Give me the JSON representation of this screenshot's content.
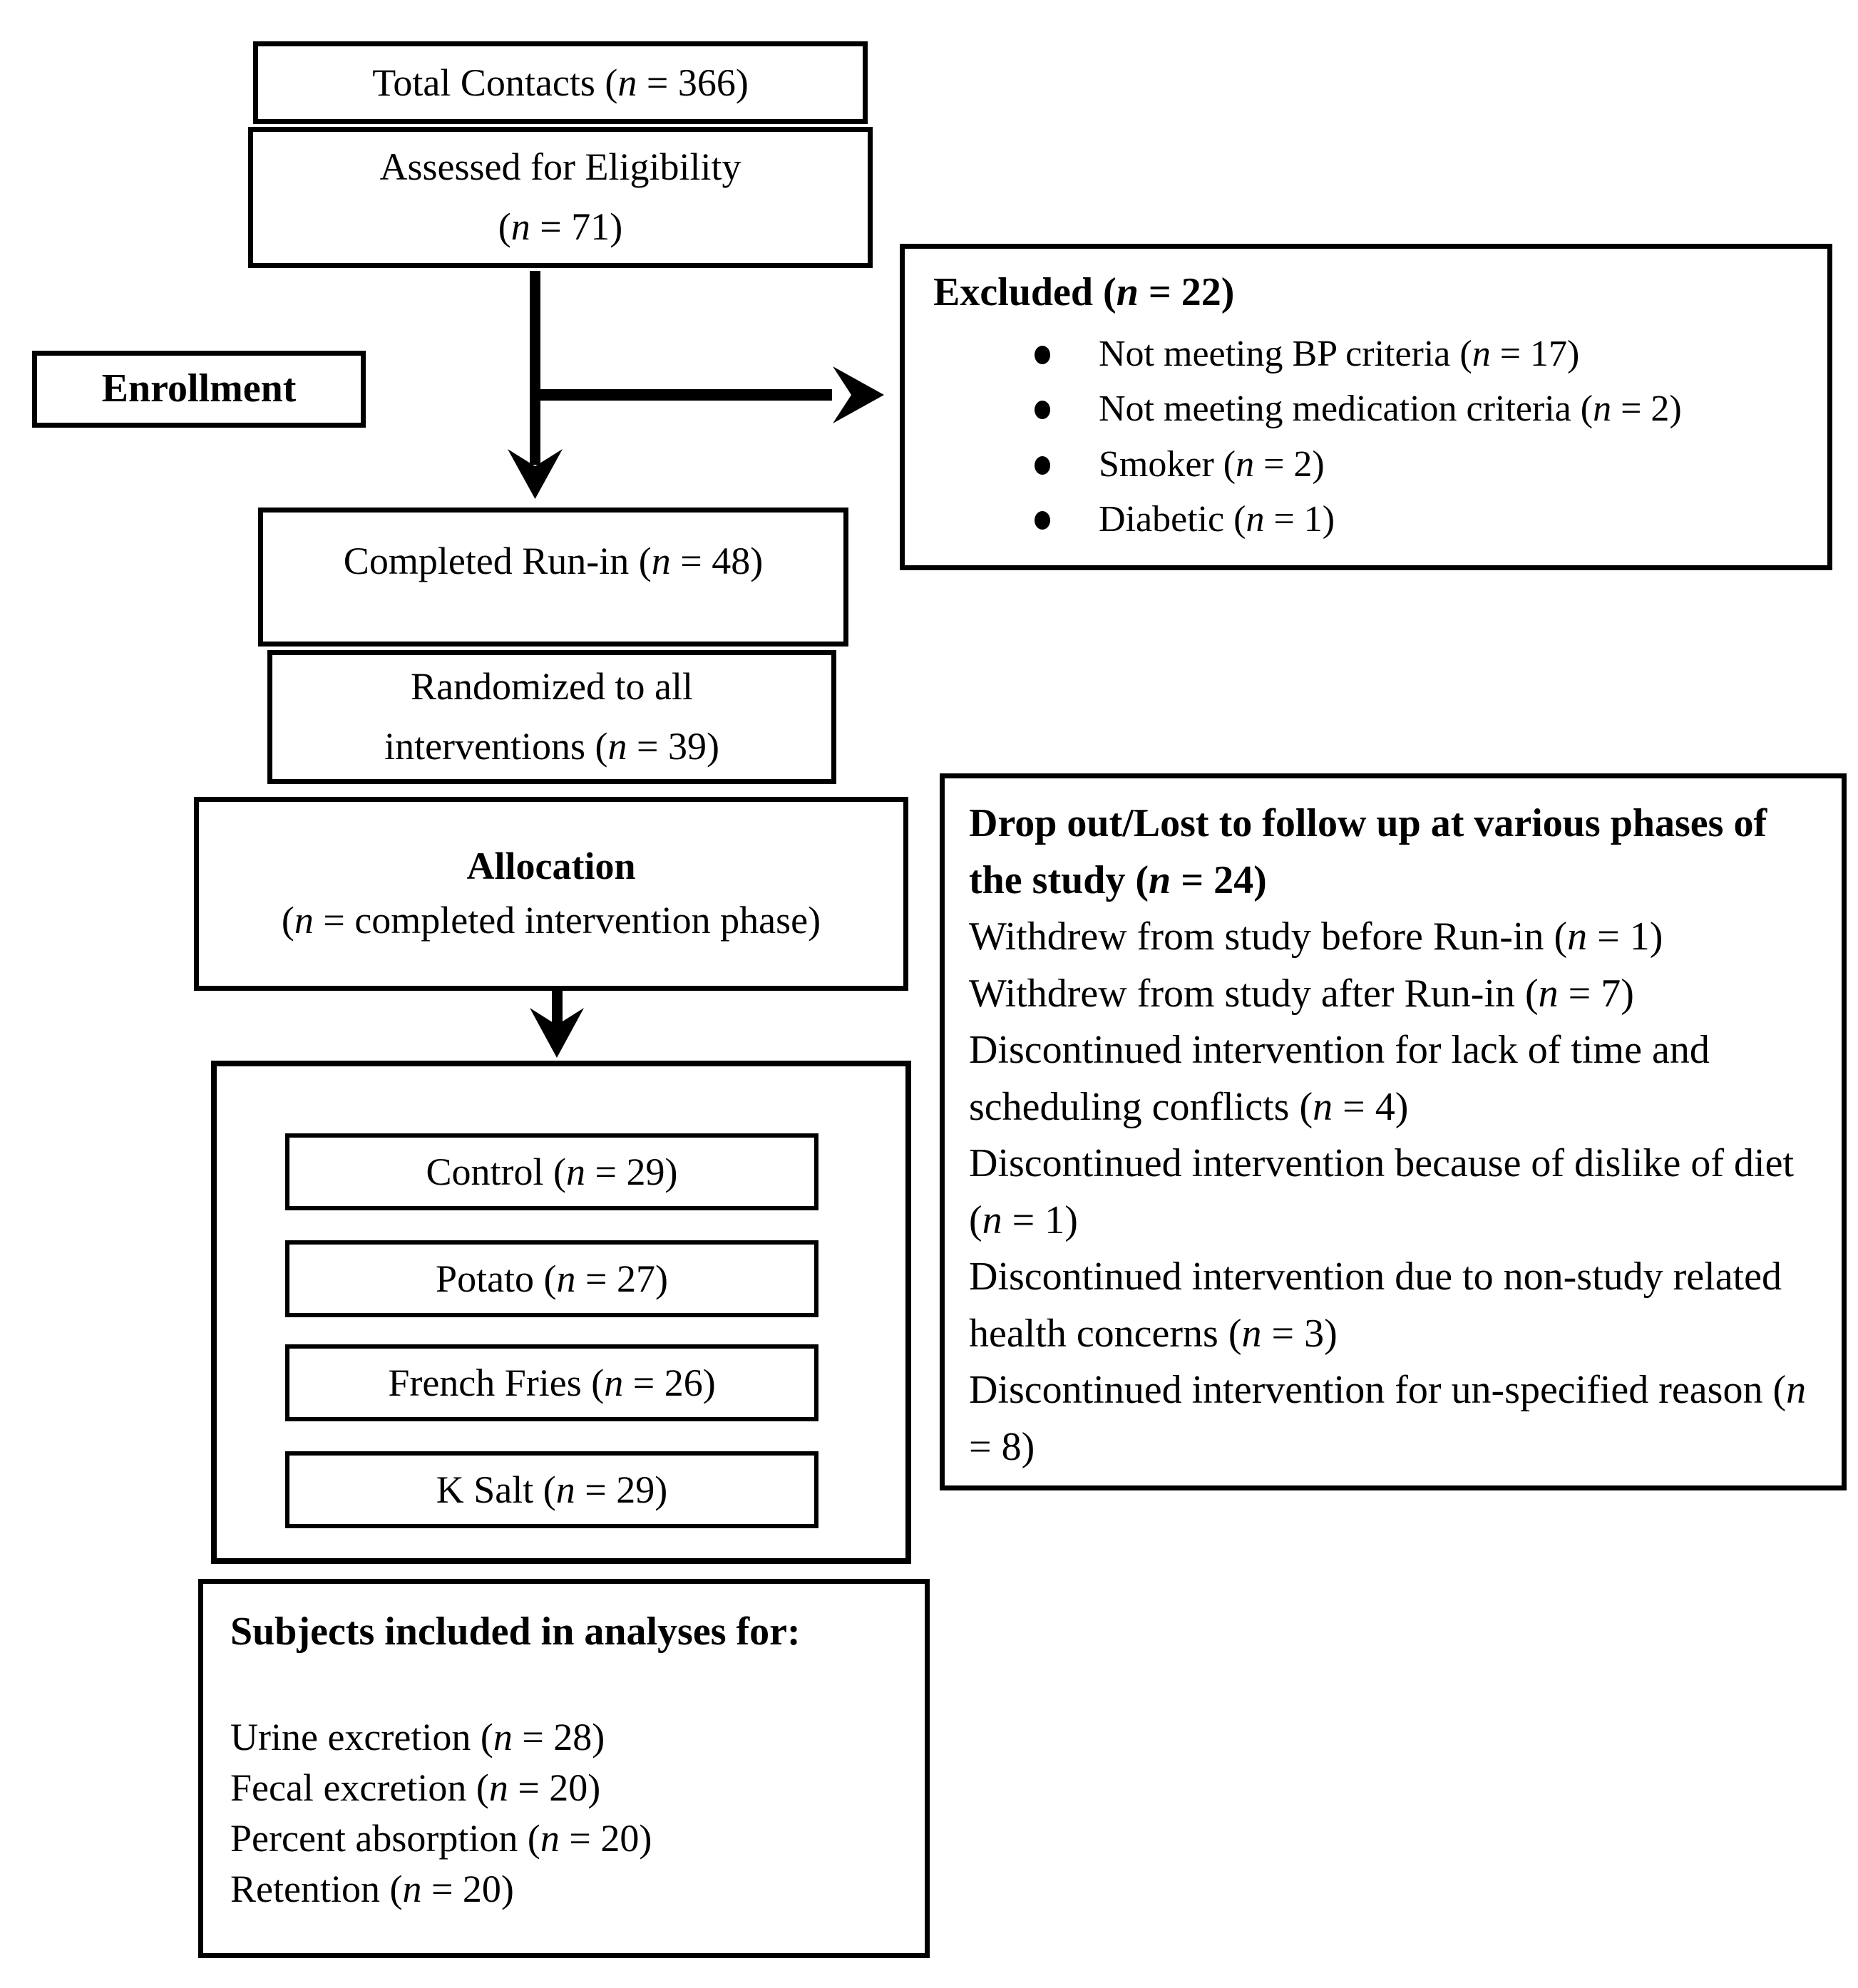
{
  "colors": {
    "ink": "#000000",
    "background": "#ffffff"
  },
  "enrollment_label": "Enrollment",
  "boxes": {
    "total_contacts": "Total Contacts (n = 366)",
    "assessed_line1": "Assessed for Eligibility",
    "assessed_line2": "(n = 71)",
    "completed_runin": "Completed Run-in (n = 48)",
    "randomized_line1": "Randomized to all",
    "randomized_line2": "interventions (n = 39)",
    "allocation_title": "Allocation",
    "allocation_subtitle": "(n = completed intervention phase)"
  },
  "excluded": {
    "title": "Excluded (n = 22)",
    "items": [
      "Not meeting BP criteria (n = 17)",
      "Not meeting medication criteria (n = 2)",
      "Smoker (n = 2)",
      "Diabetic (n = 1)"
    ]
  },
  "groups": [
    "Control (n = 29)",
    "Potato (n = 27)",
    "French Fries (n = 26)",
    "K Salt (n = 29)"
  ],
  "dropout": {
    "title": "Drop out/Lost to follow up at various phases of the study (n = 24)",
    "items": [
      "Withdrew from study before Run-in (n = 1)",
      "Withdrew from study after Run-in (n = 7)",
      "Discontinued intervention for lack of time and scheduling conflicts (n = 4)",
      "Discontinued intervention because of dislike of diet (n = 1)",
      "Discontinued intervention due to non-study related health concerns (n = 3)",
      "Discontinued intervention for un-specified reason (n = 8)"
    ]
  },
  "subjects": {
    "title": "Subjects included in analyses for:",
    "items": [
      "Urine excretion (n = 28)",
      "Fecal excretion (n = 20)",
      "Percent absorption (n = 20)",
      "Retention (n = 20)"
    ]
  }
}
